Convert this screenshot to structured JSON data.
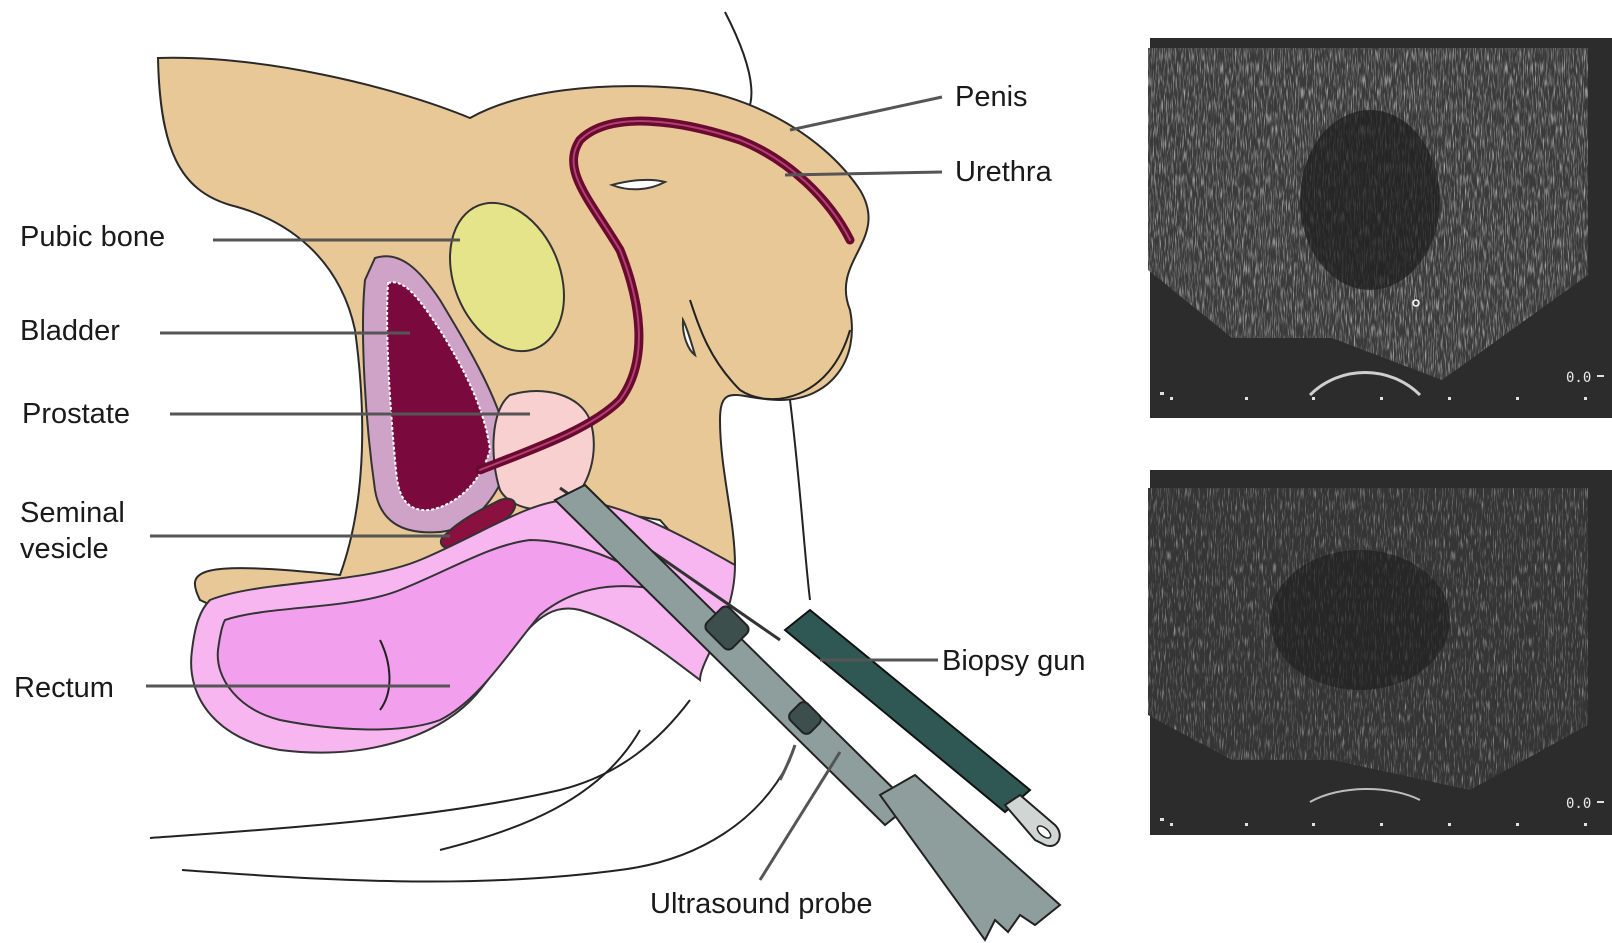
{
  "labels": {
    "pubic_bone": "Pubic bone",
    "bladder": "Bladder",
    "prostate": "Prostate",
    "seminal_line1": "Seminal",
    "seminal_line2": "vesicle",
    "rectum": "Rectum",
    "penis": "Penis",
    "urethra": "Urethra",
    "biopsy_gun": "Biopsy gun",
    "ultrasound_probe": "Ultrasound probe"
  },
  "ultrasound_images": [
    {
      "depth_readout": "0.0"
    },
    {
      "depth_readout": "0.0"
    }
  ],
  "colors": {
    "tissue": "#E8C896",
    "pubic_bone": "#E6E48A",
    "bladder_wall": "#CFA2C8",
    "bladder_lumen": "#7A0A3E",
    "prostate": "#F9D0D0",
    "rectum_outer": "#F7B6F0",
    "rectum_inner": "#F2A0EE",
    "probe": "#8E9E9C",
    "gun": "#2F5855",
    "scan_bg": "#2c2c2c"
  }
}
